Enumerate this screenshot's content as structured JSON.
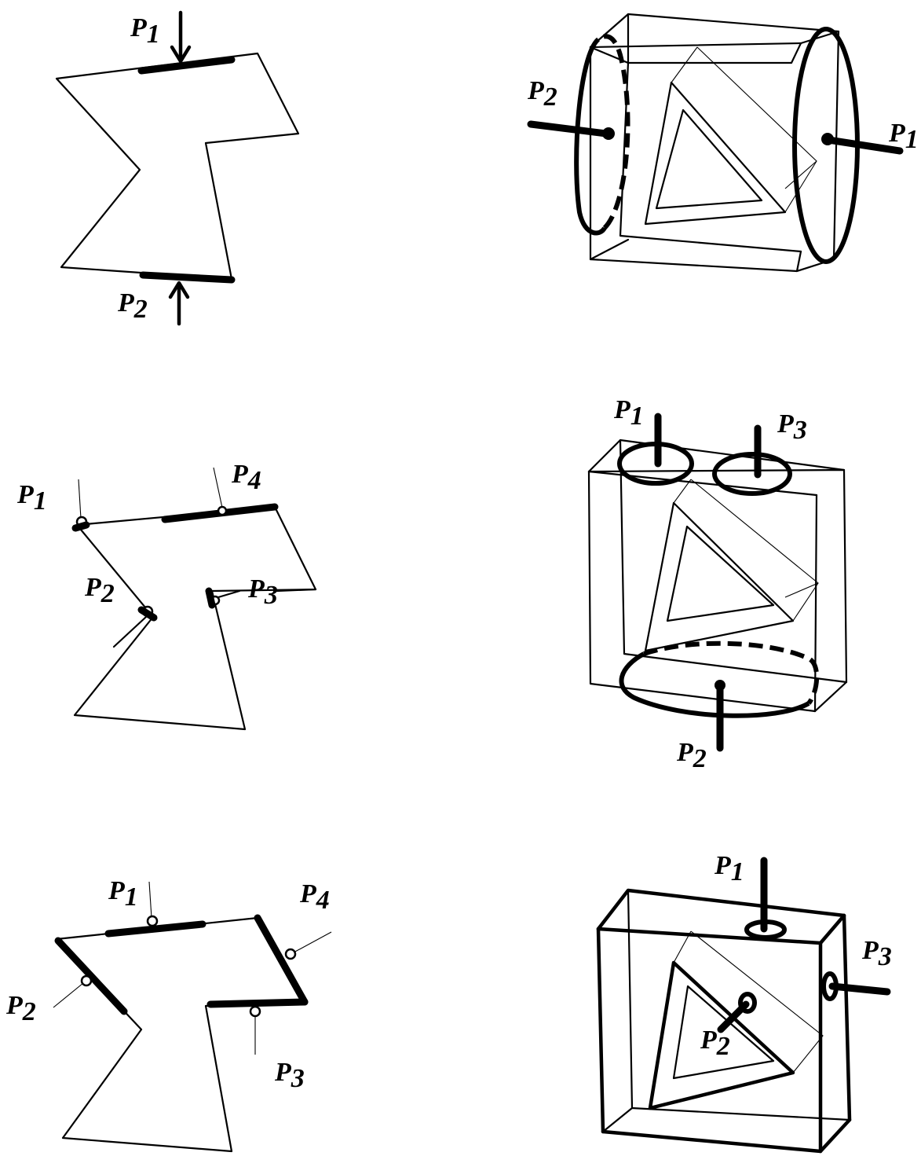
{
  "panels": [
    {
      "id": "a-2d",
      "labels": [
        {
          "base": "P",
          "sub": "1"
        },
        {
          "base": "P",
          "sub": "2"
        }
      ]
    },
    {
      "id": "a-3d",
      "labels": [
        {
          "base": "P",
          "sub": "2"
        },
        {
          "base": "P",
          "sub": "1"
        }
      ]
    },
    {
      "id": "b-2d",
      "labels": [
        {
          "base": "P",
          "sub": "1"
        },
        {
          "base": "P",
          "sub": "4"
        },
        {
          "base": "P",
          "sub": "2"
        },
        {
          "base": "P",
          "sub": "3"
        }
      ]
    },
    {
      "id": "b-3d",
      "labels": [
        {
          "base": "P",
          "sub": "1"
        },
        {
          "base": "P",
          "sub": "3"
        },
        {
          "base": "P",
          "sub": "2"
        }
      ]
    },
    {
      "id": "c-2d",
      "labels": [
        {
          "base": "P",
          "sub": "1"
        },
        {
          "base": "P",
          "sub": "4"
        },
        {
          "base": "P",
          "sub": "2"
        },
        {
          "base": "P",
          "sub": "3"
        }
      ]
    },
    {
      "id": "c-3d",
      "labels": [
        {
          "base": "P",
          "sub": "1"
        },
        {
          "base": "P",
          "sub": "3"
        },
        {
          "base": "P",
          "sub": "2"
        }
      ]
    }
  ]
}
